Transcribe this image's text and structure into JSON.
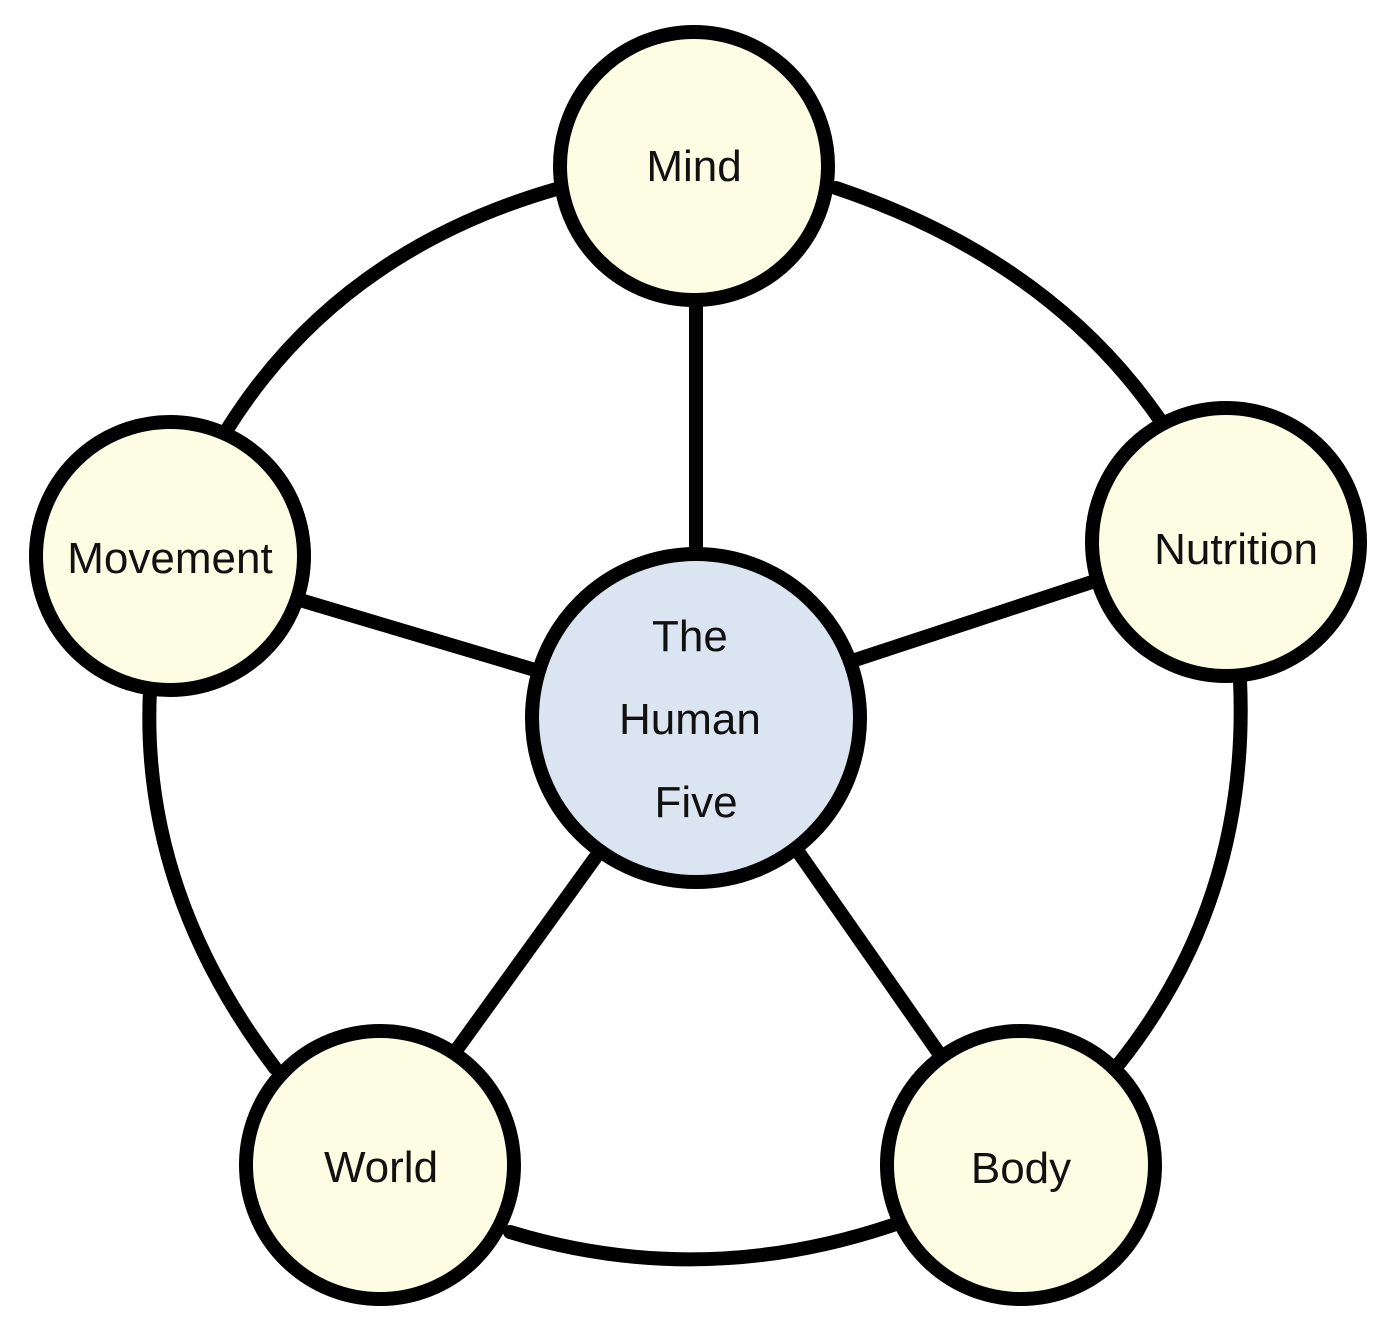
{
  "colors": {
    "stroke": "#000000",
    "outer_node_fill": "#fdfde3",
    "center_node_fill": "#dbe4f1",
    "background": "#ffffff"
  },
  "center": {
    "lines": [
      "The",
      "Human",
      "Five"
    ]
  },
  "nodes": [
    {
      "id": "mind",
      "label": "Mind"
    },
    {
      "id": "nutrition",
      "label": "Nutrition"
    },
    {
      "id": "body",
      "label": "Body"
    },
    {
      "id": "world",
      "label": "World"
    },
    {
      "id": "movement",
      "label": "Movement"
    }
  ]
}
